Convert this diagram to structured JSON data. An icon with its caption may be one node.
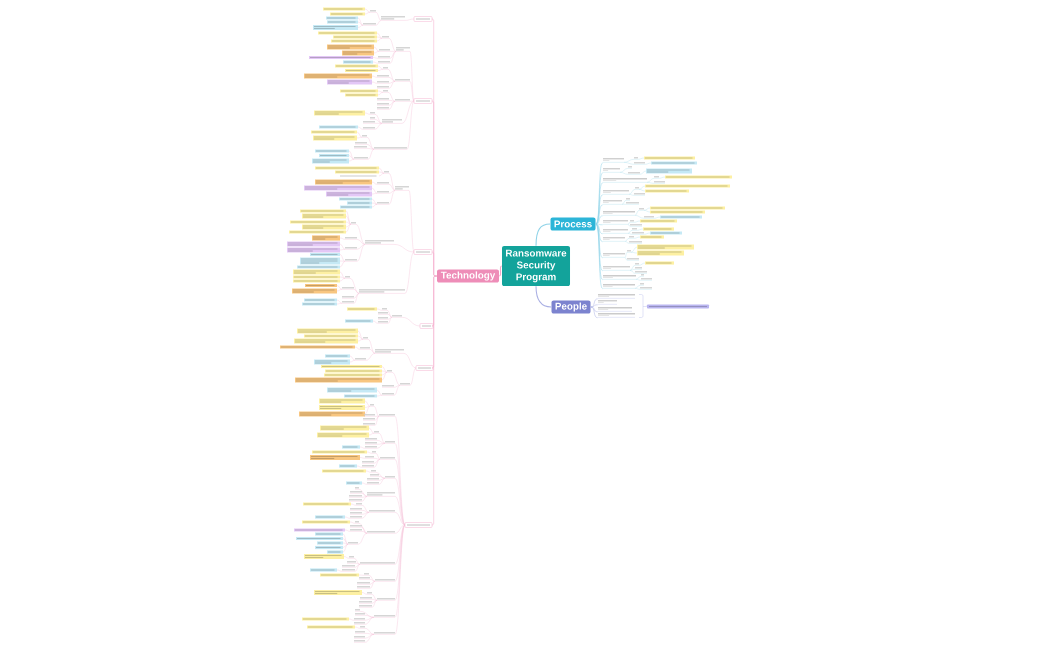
{
  "diagram": {
    "nodes": [
      {
        "text": [
          "Ransomware Security Program"
        ]
      },
      {
        "text": [
          "Technology"
        ]
      },
      {
        "text": [],
        "shape": "box"
      },
      {
        "text": [],
        "shape": "box"
      },
      {
        "text": [],
        "shape": "box"
      },
      {
        "text": [],
        "shape": "box"
      },
      {
        "text": [],
        "shape": "box"
      },
      {
        "text": [],
        "shape": "box"
      },
      {
        "text": [
          "Process"
        ]
      },
      {
        "text": [],
        "shape": "bar"
      },
      {
        "text": [],
        "shape": "bar"
      },
      {
        "text": [],
        "shape": "bar"
      },
      {
        "text": [],
        "shape": "bar"
      },
      {
        "text": [],
        "shape": "bar"
      },
      {
        "text": [],
        "shape": "bar"
      },
      {
        "text": [],
        "shape": "bar"
      },
      {
        "text": [],
        "shape": "bar"
      },
      {
        "text": [],
        "shape": "bar"
      },
      {
        "text": [],
        "shape": "bar"
      },
      {
        "text": [],
        "shape": "bar"
      },
      {
        "text": [],
        "shape": "bar"
      },
      {
        "text": [],
        "shape": "bar"
      },
      {
        "text": [
          "People"
        ]
      },
      {
        "text": [],
        "shape": "bar"
      },
      {
        "text": [],
        "shape": "bar"
      },
      {
        "text": [],
        "shape": "bar"
      },
      {
        "text": [],
        "shape": "bar"
      },
      {
        "text": [],
        "shape": "box"
      }
    ],
    "edges": [
      {
        "from": 0,
        "to": 1,
        "arrow": "none",
        "color": "#f2a7c7"
      },
      {
        "from": 1,
        "to": 2,
        "arrow": "none",
        "color": "#f2a7c7"
      },
      {
        "from": 1,
        "to": 3,
        "arrow": "none",
        "color": "#f2a7c7"
      },
      {
        "from": 1,
        "to": 4,
        "arrow": "none",
        "color": "#f2a7c7"
      },
      {
        "from": 1,
        "to": 5,
        "arrow": "none",
        "color": "#f2a7c7"
      },
      {
        "from": 1,
        "to": 6,
        "arrow": "none",
        "color": "#f2a7c7"
      },
      {
        "from": 1,
        "to": 7,
        "arrow": "none",
        "color": "#f2a7c7"
      },
      {
        "from": 0,
        "to": 8,
        "arrow": "none"
      },
      {
        "from": 8,
        "to": 9,
        "arrow": "none"
      },
      {
        "from": 8,
        "to": 10,
        "arrow": "none"
      },
      {
        "from": 8,
        "to": 11,
        "arrow": "none"
      },
      {
        "from": 8,
        "to": 12,
        "arrow": "none"
      },
      {
        "from": 8,
        "to": 13,
        "arrow": "none"
      },
      {
        "from": 8,
        "to": 14,
        "arrow": "none"
      },
      {
        "from": 8,
        "to": 15,
        "arrow": "none"
      },
      {
        "from": 8,
        "to": 16,
        "arrow": "none"
      },
      {
        "from": 8,
        "to": 17,
        "arrow": "none"
      },
      {
        "from": 8,
        "to": 18,
        "arrow": "none"
      },
      {
        "from": 8,
        "to": 19,
        "arrow": "none"
      },
      {
        "from": 8,
        "to": 20,
        "arrow": "none"
      },
      {
        "from": 8,
        "to": 21,
        "arrow": "none"
      },
      {
        "from": 0,
        "to": 22,
        "arrow": "none",
        "color": "#a9afe3"
      },
      {
        "from": 22,
        "to": 23,
        "arrow": "none",
        "color": "#a9afe3"
      },
      {
        "from": 22,
        "to": 24,
        "arrow": "none",
        "color": "#a9afe3"
      },
      {
        "from": 22,
        "to": 25,
        "arrow": "none",
        "color": "#a9afe3"
      },
      {
        "from": 22,
        "to": 26,
        "arrow": "none",
        "color": "#a9afe3"
      }
    ]
  }
}
